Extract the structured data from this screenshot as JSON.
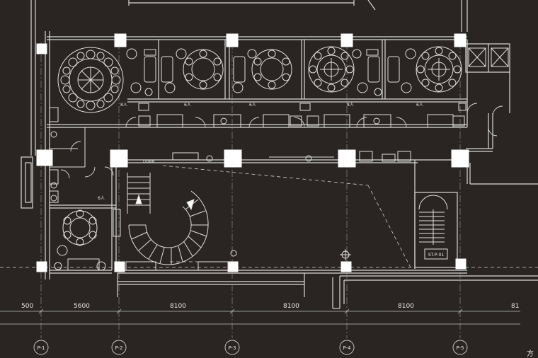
{
  "plan": {
    "dimension_labels": [
      "500",
      "5600",
      "8100",
      "8100",
      "8100",
      "81"
    ],
    "grid_labels": [
      "P-1",
      "P-2",
      "P-3",
      "P-4",
      "P-5"
    ],
    "room_labels": [
      "8人",
      "6人",
      "6人",
      "8人",
      "6人",
      "6人"
    ],
    "stair_label": "DOWN",
    "tag": "ST-P-01",
    "corner_char": "方"
  },
  "colors": {
    "background": "#2a2522",
    "line": "#d9d9d9",
    "column": "#ffffff",
    "dim_line": "#bdbdbd"
  }
}
